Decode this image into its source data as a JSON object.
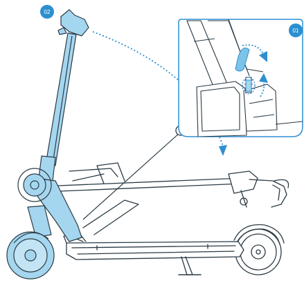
{
  "steps": [
    {
      "number": "01"
    },
    {
      "number": "02"
    }
  ],
  "colors": {
    "accent": "#2d8fd0",
    "highlight": "#a5d6ef",
    "line": "#2a3a44",
    "background": "#ffffff"
  },
  "icons": [
    "rotate-arrow-icon",
    "lift-arrow-icon",
    "fold-direction-arrow"
  ]
}
